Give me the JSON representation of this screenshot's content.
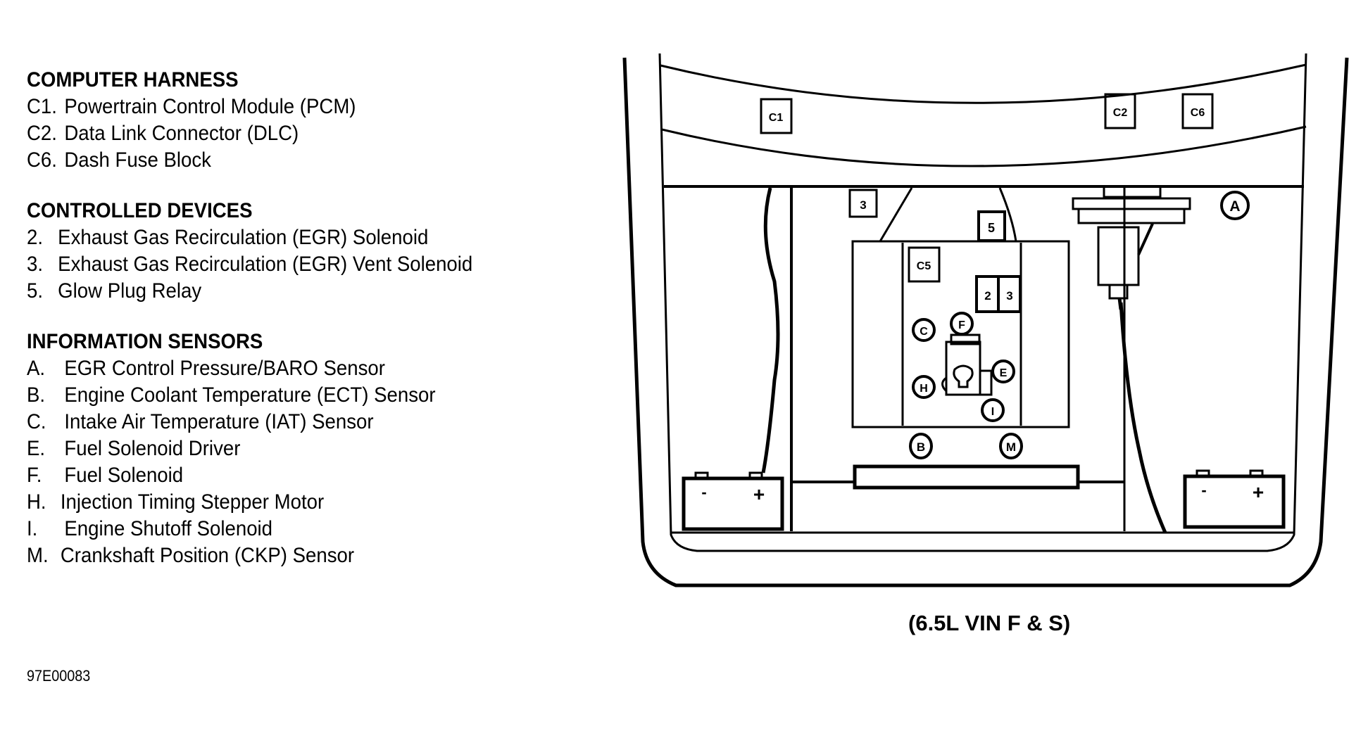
{
  "legend": {
    "sections": [
      {
        "title": "COMPUTER HARNESS",
        "items": [
          {
            "key": "C1.",
            "label": "Powertrain Control Module (PCM)"
          },
          {
            "key": "C2.",
            "label": "Data Link Connector (DLC)"
          },
          {
            "key": "C6.",
            "label": "Dash Fuse Block"
          }
        ]
      },
      {
        "title": "CONTROLLED DEVICES",
        "items": [
          {
            "key": "2.",
            "label": "Exhaust Gas Recirculation (EGR) Solenoid"
          },
          {
            "key": "3.",
            "label": "Exhaust Gas Recirculation (EGR) Vent Solenoid"
          },
          {
            "key": "5.",
            "label": "Glow Plug Relay"
          }
        ]
      },
      {
        "title": "INFORMATION SENSORS",
        "items": [
          {
            "key": "A.",
            "label": "EGR Control Pressure/BARO Sensor"
          },
          {
            "key": "B.",
            "label": "Engine Coolant Temperature (ECT) Sensor"
          },
          {
            "key": "C.",
            "label": "Intake Air Temperature (IAT) Sensor"
          },
          {
            "key": "E.",
            "label": "Fuel Solenoid Driver"
          },
          {
            "key": "F.",
            "label": "Fuel Solenoid"
          },
          {
            "key": "H.",
            "label": "Injection Timing Stepper Motor"
          },
          {
            "key": "I.",
            "label": "Engine Shutoff Solenoid"
          },
          {
            "key": "M.",
            "label": "Crankshaft Position (CKP) Sensor"
          }
        ]
      }
    ]
  },
  "diagram": {
    "box_labels": {
      "c1": "C1",
      "c2": "C2",
      "c6": "C6",
      "c5": "C5",
      "d3": "3",
      "d5": "5",
      "d2b": "2",
      "d3b": "3"
    },
    "circle_labels": {
      "a": "A",
      "b": "B",
      "c": "C",
      "e": "E",
      "f": "F",
      "h": "H",
      "i": "I",
      "m": "M"
    },
    "battery": {
      "neg": "-",
      "pos": "+"
    }
  },
  "caption": "(6.5L VIN F & S)",
  "figure_id": "97E00083"
}
